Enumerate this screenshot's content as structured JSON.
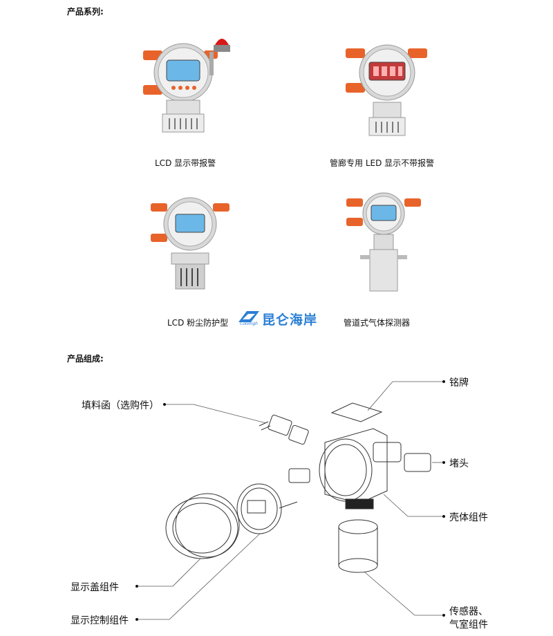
{
  "series_title": "产品系列:",
  "composition_title": "产品组成:",
  "products": [
    {
      "caption": "LCD 显示带报警"
    },
    {
      "caption": "管廊专用 LED 显示不带报警"
    },
    {
      "caption": "LCD 粉尘防护型"
    },
    {
      "caption": "管道式气体探测器"
    }
  ],
  "logo": {
    "text": "昆仑海岸",
    "sub": "Collihigh"
  },
  "parts": {
    "nameplate": "铭牌",
    "filler": "填料函（选购件）",
    "plug": "堵头",
    "shell": "壳体组件",
    "cover": "显示盖组件",
    "control": "显示控制组件",
    "sensor_line1": "传感器、",
    "sensor_line2": "气室组件"
  },
  "colors": {
    "housing": "#e8632a",
    "display": "#6bb8e8",
    "led_display": "#c23a3a",
    "logo": "#2a7fd4"
  }
}
